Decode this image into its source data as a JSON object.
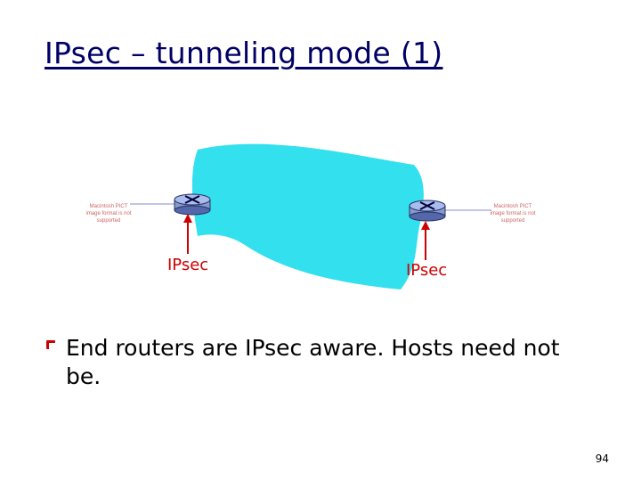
{
  "slide": {
    "title": "IPsec – tunneling mode (1)",
    "page_number": "94"
  },
  "diagram": {
    "network_color": "#33e0ee",
    "link_color": "#8888cc",
    "arrow_color": "#cc0000",
    "router_icon": "router-icon",
    "left_host": {
      "placeholder_text": "Macintosh PICT image format is not supported"
    },
    "right_host": {
      "placeholder_text": "Macintosh PICT image format is not supported"
    },
    "left_router_label": "IPsec",
    "right_router_label": "IPsec"
  },
  "bullets": [
    {
      "text": "End routers are IPsec aware. Hosts need not be."
    }
  ]
}
